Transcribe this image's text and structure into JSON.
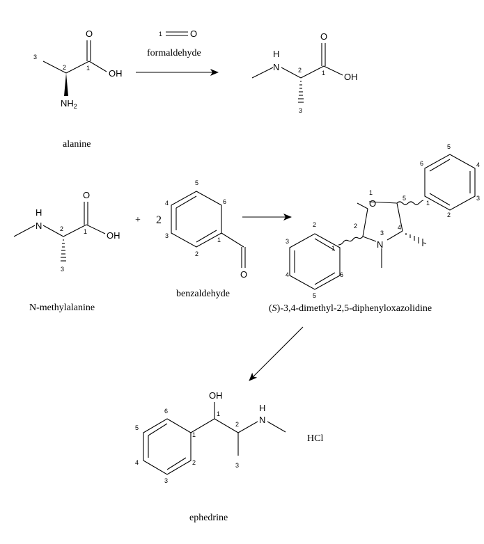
{
  "alanine": {
    "caption": "alanine",
    "o_top": "O",
    "oh": "OH",
    "nh": "NH",
    "nh_sub": "2",
    "n1": "1",
    "n2": "2",
    "n3": "3"
  },
  "formaldehyde": {
    "caption": "formaldehyde",
    "o": "O",
    "n1": "1"
  },
  "methylalanine_top": {
    "o_top": "O",
    "oh": "OH",
    "h": "H",
    "n": "N",
    "n1": "1",
    "n2": "2",
    "n3": "3"
  },
  "methylalanine": {
    "caption": "N-methylalanine",
    "o_top": "O",
    "oh": "OH",
    "h": "H",
    "n": "N",
    "n1": "1",
    "n2": "2",
    "n3": "3"
  },
  "reaction": {
    "plus": "+",
    "coefficient": "2"
  },
  "benzaldehyde": {
    "caption": "benzaldehyde",
    "o": "O",
    "n1": "1",
    "n2": "2",
    "n3": "3",
    "n4": "4",
    "n5": "5",
    "n6": "6"
  },
  "oxazolidine": {
    "caption_prefix": "(",
    "caption_italic": "S",
    "caption_rest": ")-3,4-dimethyl-2,5-diphenyloxazolidine",
    "o": "O",
    "n": "N",
    "ring_n1": "1",
    "ring_n2": "2",
    "ring_n3": "3",
    "ring_n4": "4",
    "ring_n5": "5",
    "ph_a": {
      "n1": "1",
      "n2": "2",
      "n3": "3",
      "n4": "4",
      "n5": "5",
      "n6": "6"
    },
    "ph_b": {
      "n1": "1",
      "n2": "2",
      "n3": "3",
      "n4": "4",
      "n5": "5",
      "n6": "6"
    }
  },
  "ephedrine": {
    "caption": "ephedrine",
    "oh": "OH",
    "h": "H",
    "n": "N",
    "salt": "HCl",
    "n_c1": "1",
    "n_c2": "2",
    "n_c3": "3",
    "ph": {
      "n1": "1",
      "n2": "2",
      "n3": "3",
      "n4": "4",
      "n5": "5",
      "n6": "6"
    }
  }
}
